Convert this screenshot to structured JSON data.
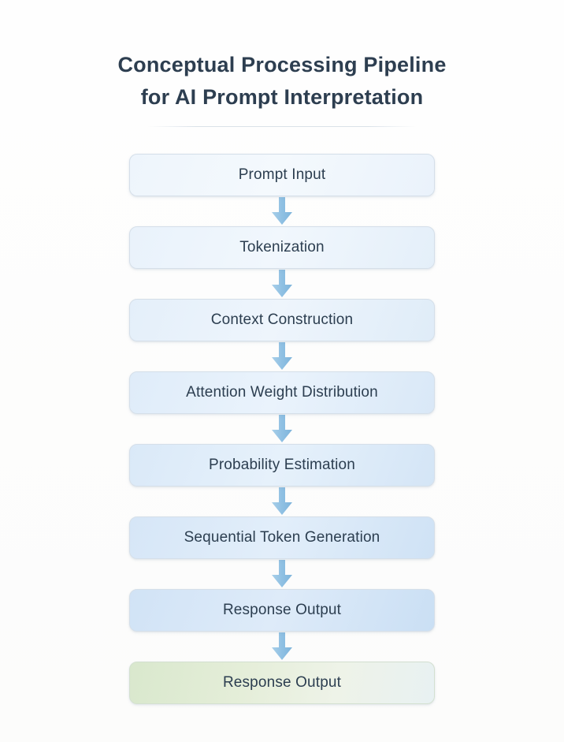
{
  "title": {
    "line1": "Conceptual Processing Pipeline",
    "line2": "for AI Prompt Interpretation"
  },
  "colors": {
    "background": "#fdfdfc",
    "title_text": "#2d3e50",
    "node_text": "#2c3e50",
    "node_border": "#d5dfe9",
    "arrow": "#8fc0e3",
    "final_node_accent": "#d9e8cd"
  },
  "flow": {
    "arrow_icon": "arrow-down-icon",
    "nodes": [
      {
        "label": "Prompt Input"
      },
      {
        "label": "Tokenization"
      },
      {
        "label": "Context Construction"
      },
      {
        "label": "Attention Weight Distribution"
      },
      {
        "label": "Probability Estimation"
      },
      {
        "label": "Sequential Token Generation"
      },
      {
        "label": "Response Output"
      },
      {
        "label": "Response Output"
      }
    ]
  }
}
